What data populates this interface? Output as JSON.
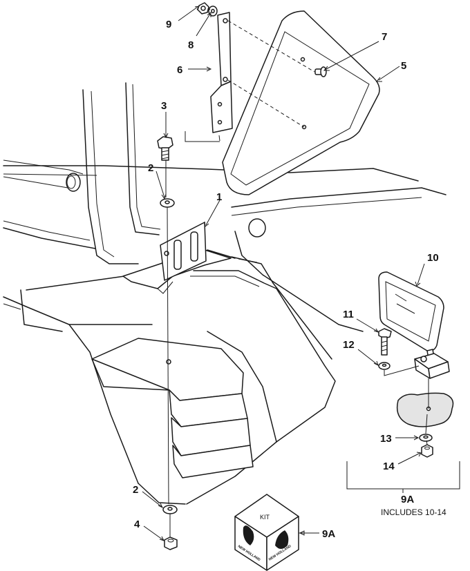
{
  "callouts": {
    "c1": "1",
    "c2a": "2",
    "c2b": "2",
    "c3": "3",
    "c4": "4",
    "c5": "5",
    "c6": "6",
    "c7": "7",
    "c8": "8",
    "c9": "9",
    "c10": "10",
    "c11": "11",
    "c12": "12",
    "c13": "13",
    "c14": "14",
    "c9a_bracket": "9A",
    "c9a_kit": "9A"
  },
  "kit_box": {
    "label": "KIT",
    "brand_left": "NEW HOLLAND",
    "brand_right": "NEW HOLLAND"
  },
  "bracket_caption": "INCLUDES 10-14",
  "colors": {
    "line": "#1a1a1a",
    "background": "#ffffff",
    "shade": "#e4e4e4"
  }
}
